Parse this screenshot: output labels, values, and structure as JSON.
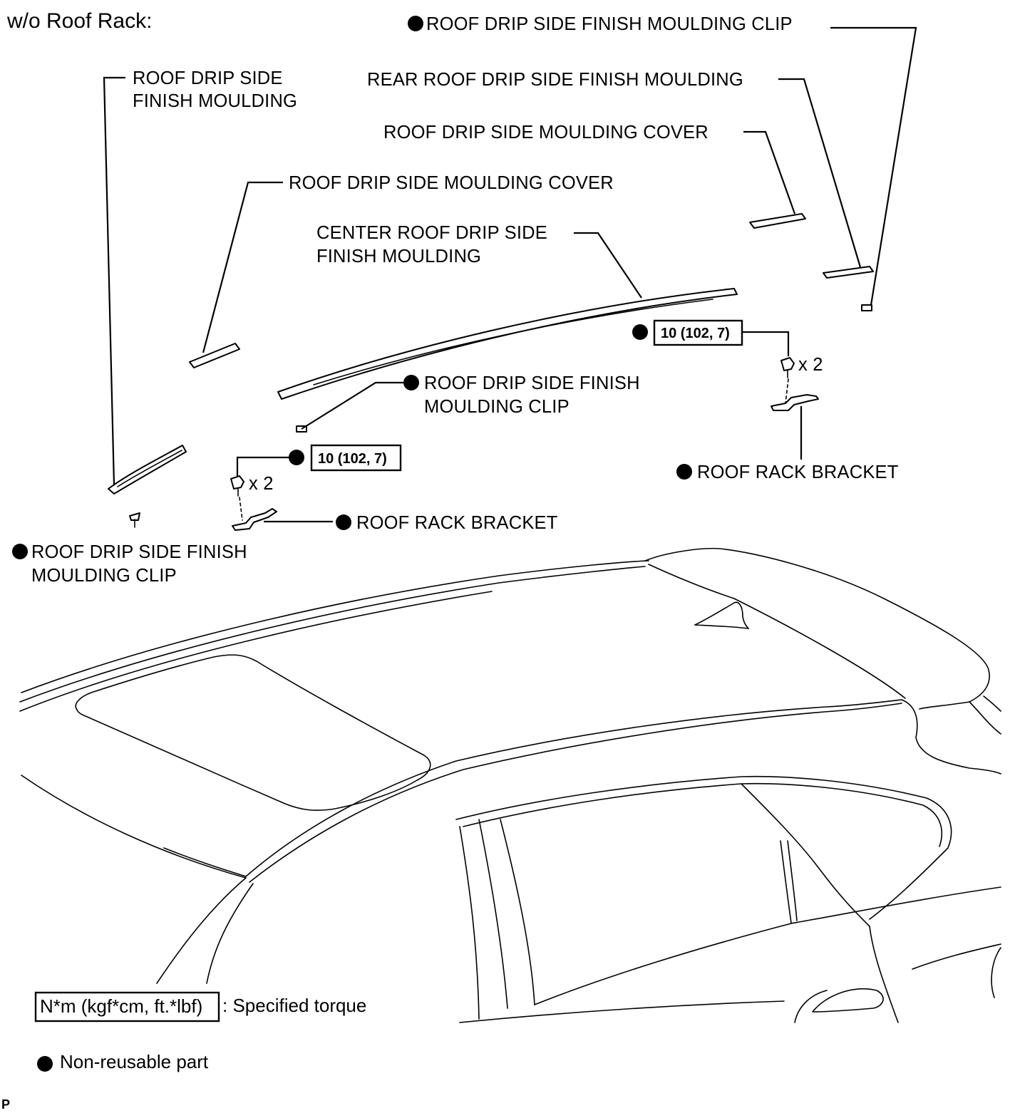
{
  "title": "w/o Roof Rack:",
  "labels": {
    "clip_top_right": "ROOF DRIP SIDE FINISH MOULDING CLIP",
    "rear_moulding": "REAR ROOF DRIP SIDE FINISH MOULDING",
    "cover_right": "ROOF DRIP SIDE MOULDING COVER",
    "front_moulding": [
      "ROOF DRIP SIDE",
      "FINISH MOULDING"
    ],
    "cover_left": "ROOF DRIP SIDE MOULDING COVER",
    "center_moulding": [
      "CENTER ROOF DRIP SIDE",
      "FINISH MOULDING"
    ],
    "clip_center": [
      "ROOF DRIP SIDE FINISH",
      "MOULDING CLIP"
    ],
    "bracket_right": "ROOF RACK BRACKET",
    "bracket_left": "ROOF RACK BRACKET",
    "clip_bottom_left": [
      "ROOF DRIP SIDE FINISH",
      "MOULDING CLIP"
    ]
  },
  "torque": {
    "right": "10 (102, 7)",
    "left": "10 (102, 7)",
    "qty_right": "x 2",
    "qty_left": "x 2"
  },
  "legend": {
    "torque_box": "N*m (kgf*cm, ft.*lbf)",
    "torque_text": ": Specified torque",
    "nonreusable_text": "Non-reusable part"
  },
  "code": "P"
}
